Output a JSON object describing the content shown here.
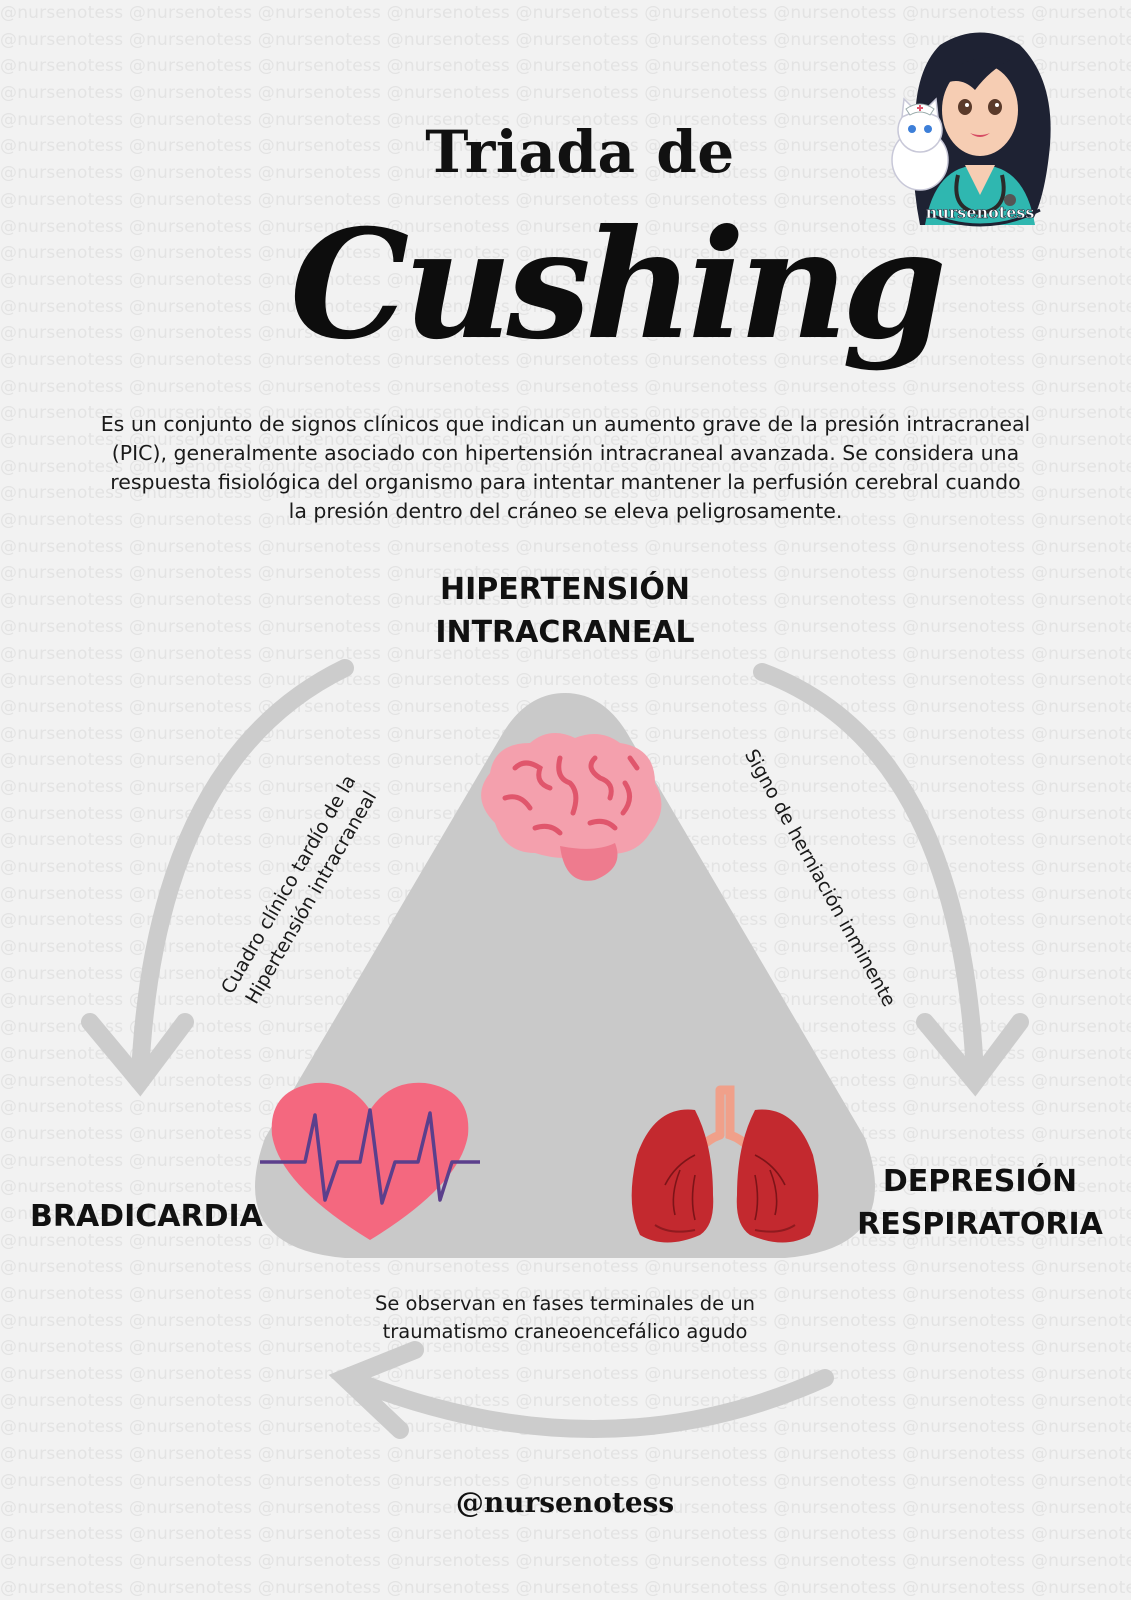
{
  "watermark": {
    "text": "@nursenotess"
  },
  "title": {
    "line1": "Triada de",
    "line2": "Cushing"
  },
  "intro": {
    "lines": [
      "Es un conjunto de signos clínicos que indican un aumento grave de la presión intracraneal",
      "(PIC), generalmente asociado con hipertensión intracraneal avanzada. Se considera una",
      "respuesta fisiológica del organismo para intentar mantener la perfusión cerebral cuando",
      "la presión dentro del cráneo se eleva peligrosamente."
    ]
  },
  "nodes": {
    "top": {
      "line1": "HIPERTENSIÓN",
      "line2": "INTRACRANEAL"
    },
    "left": {
      "label": "BRADICARDIA"
    },
    "right": {
      "line1": "DEPRESIÓN",
      "line2": "RESPIRATORIA"
    }
  },
  "arrow_labels": {
    "left": {
      "line1": "Cuadro clínico tardío de la",
      "line2": "Hipertensión intracraneal"
    },
    "right": {
      "line1": "Signo de herniación inminente"
    },
    "bottom": {
      "line1": "Se observan en fases terminales de un",
      "line2": "traumatismo craneoencefálico agudo"
    }
  },
  "avatar": {
    "caption": "nursenotess"
  },
  "footer": {
    "handle": "@nursenotess"
  },
  "colors": {
    "background": "#f2f2f2",
    "triangle": "#c9c9c9",
    "arrow": "#cccccc",
    "brain": "#f4a0ad",
    "brain_lines": "#e0566c",
    "heart": "#f4687f",
    "ecg": "#5b3f8c",
    "lungs": "#c3292f",
    "trachea": "#f0a08a"
  },
  "icons": [
    "brain-icon",
    "heart-ecg-icon",
    "lungs-icon",
    "nurse-avatar-icon",
    "cat-icon"
  ]
}
